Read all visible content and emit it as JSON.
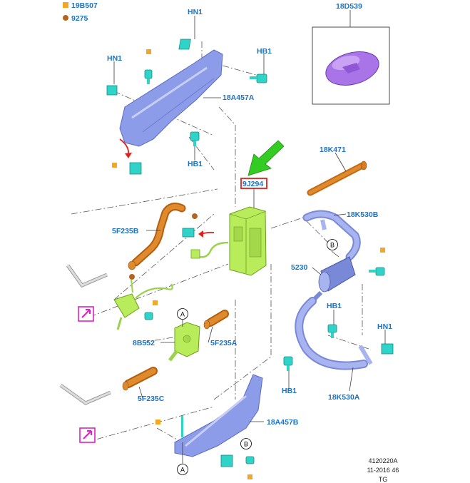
{
  "legend": [
    {
      "symbol": "square",
      "color": "#f5a623",
      "code": "19B507"
    },
    {
      "symbol": "dot",
      "color": "#b5651d",
      "code": "9275"
    }
  ],
  "callouts": {
    "hn1_top": "HN1",
    "hn1_left": "HN1",
    "hb1_top_right": "HB1",
    "part_18a457a": "18A457A",
    "hb1_bottom_left": "HB1",
    "part_18k471": "18K471",
    "part_9j294": "9J294",
    "part_18k530b": "18K530B",
    "part_5f235b": "5F235B",
    "part_5230": "5230",
    "hb1_right": "HB1",
    "hn1_right": "HN1",
    "part_8b552": "8B552",
    "part_5f235a": "5F235A",
    "hb1_mid": "HB1",
    "part_18k530a": "18K530A",
    "part_5f235c": "5F235C",
    "part_18a457b": "18A457B",
    "part_18d539": "18D539"
  },
  "markers": {
    "a_upper": "A",
    "a_lower": "A",
    "b_upper": "B",
    "b_lower": "B"
  },
  "footer": {
    "line1": "4120220A",
    "line2": "11-2016 46",
    "line3": "TG"
  },
  "colors": {
    "label_blue": "#1a73c9",
    "bracket_blue": "#8c9ce8",
    "fastener_cyan": "#2fd3c8",
    "hose_orange": "#d97a1e",
    "heater_green": "#b8ec5a",
    "pointer_green": "#33cc22",
    "highlight_red": "#e0201a",
    "fob_purple": "#a874e8",
    "exhaust_lavender": "#a8b4f0",
    "flag_magenta": "#e020c0"
  }
}
